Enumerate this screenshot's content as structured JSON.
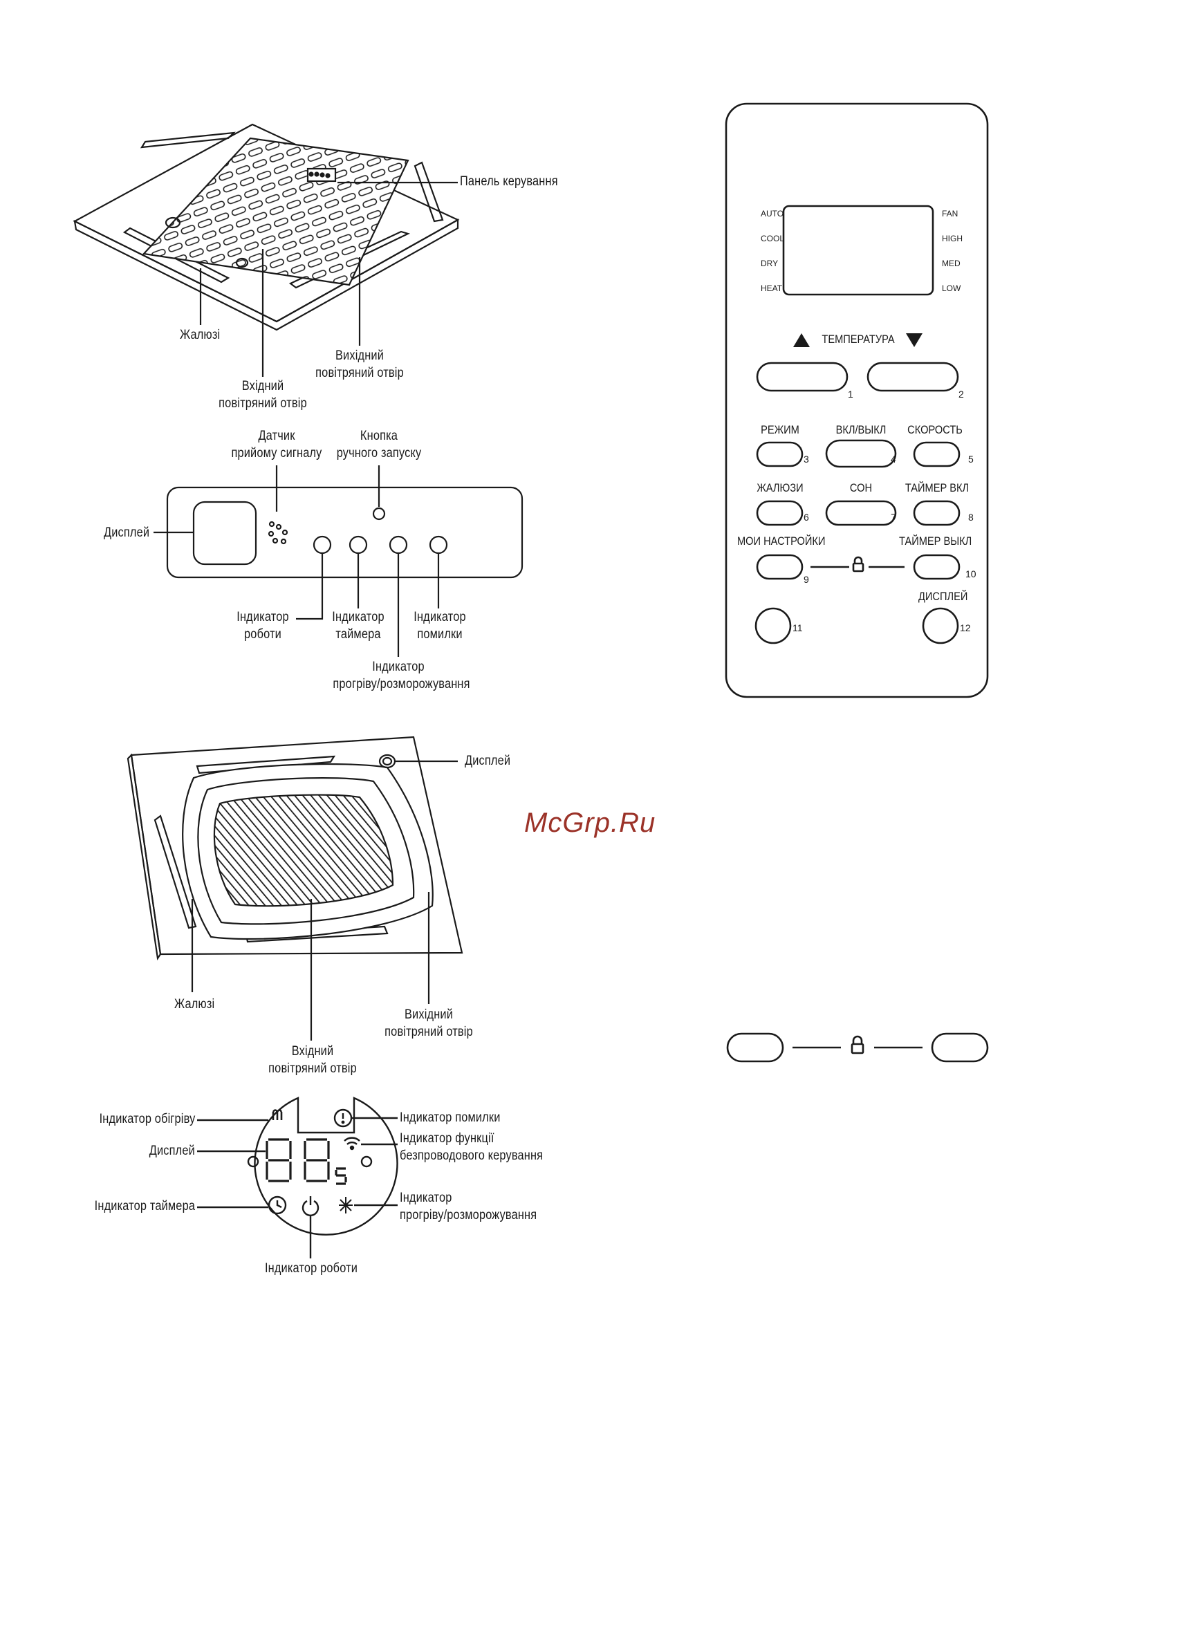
{
  "cassette_top": {
    "control_panel": "Панель керування",
    "louvers": "Жалюзі",
    "outlet_line1": "Вихідний",
    "outlet_line2": "повітряний отвір",
    "inlet_line1": "Вхідний",
    "inlet_line2": "повітряний отвір"
  },
  "panel": {
    "sensor_line1": "Датчик",
    "sensor_line2": "прийому сигналу",
    "manual_line1": "Кнопка",
    "manual_line2": "ручного запуску",
    "display": "Дисплей",
    "run_line1": "Індикатор",
    "run_line2": "роботи",
    "timer_line1": "Індикатор",
    "timer_line2": "таймера",
    "error_line1": "Індикатор",
    "error_line2": "помилки",
    "defrost_line1": "Індикатор",
    "defrost_line2": "прогріву/розморожування"
  },
  "remote": {
    "modes_left": [
      "AUTO",
      "COOL",
      "DRY",
      "HEAT"
    ],
    "modes_right": [
      "FAN",
      "HIGH",
      "MED",
      "LOW"
    ],
    "temperature": "ТЕМПЕРАТУРА",
    "mode": "РЕЖИМ",
    "onoff": "ВКЛ/ВЫКЛ",
    "speed": "СКОРОСТЬ",
    "louvers": "ЖАЛЮЗИ",
    "sleep": "СОН",
    "timer_on": "ТАЙМЕР ВКЛ",
    "my_settings": "МОИ НАСТРОЙКИ",
    "timer_off": "ТАЙМЕР ВЫКЛ",
    "display": "ДИСПЛЕЙ",
    "button_numbers": [
      "1",
      "2",
      "3",
      "4",
      "5",
      "6",
      "7",
      "8",
      "9",
      "10",
      "11",
      "12"
    ]
  },
  "cassette_bottom": {
    "display": "Дисплей",
    "louvers": "Жалюзі",
    "outlet_line1": "Вихідний",
    "outlet_line2": "повітряний отвір",
    "inlet_line1": "Вхідний",
    "inlet_line2": "повітряний отвір"
  },
  "round_display": {
    "heat": "Індикатор обігріву",
    "display": "Дисплей",
    "timer": "Індикатор таймера",
    "run": "Індикатор роботи",
    "error": "Індикатор помилки",
    "wireless_line1": "Індикатор функції",
    "wireless_line2": "безпроводового керування",
    "defrost_line1": "Індикатор",
    "defrost_line2": "прогріву/розморожування"
  },
  "watermark": "McGrp.Ru"
}
